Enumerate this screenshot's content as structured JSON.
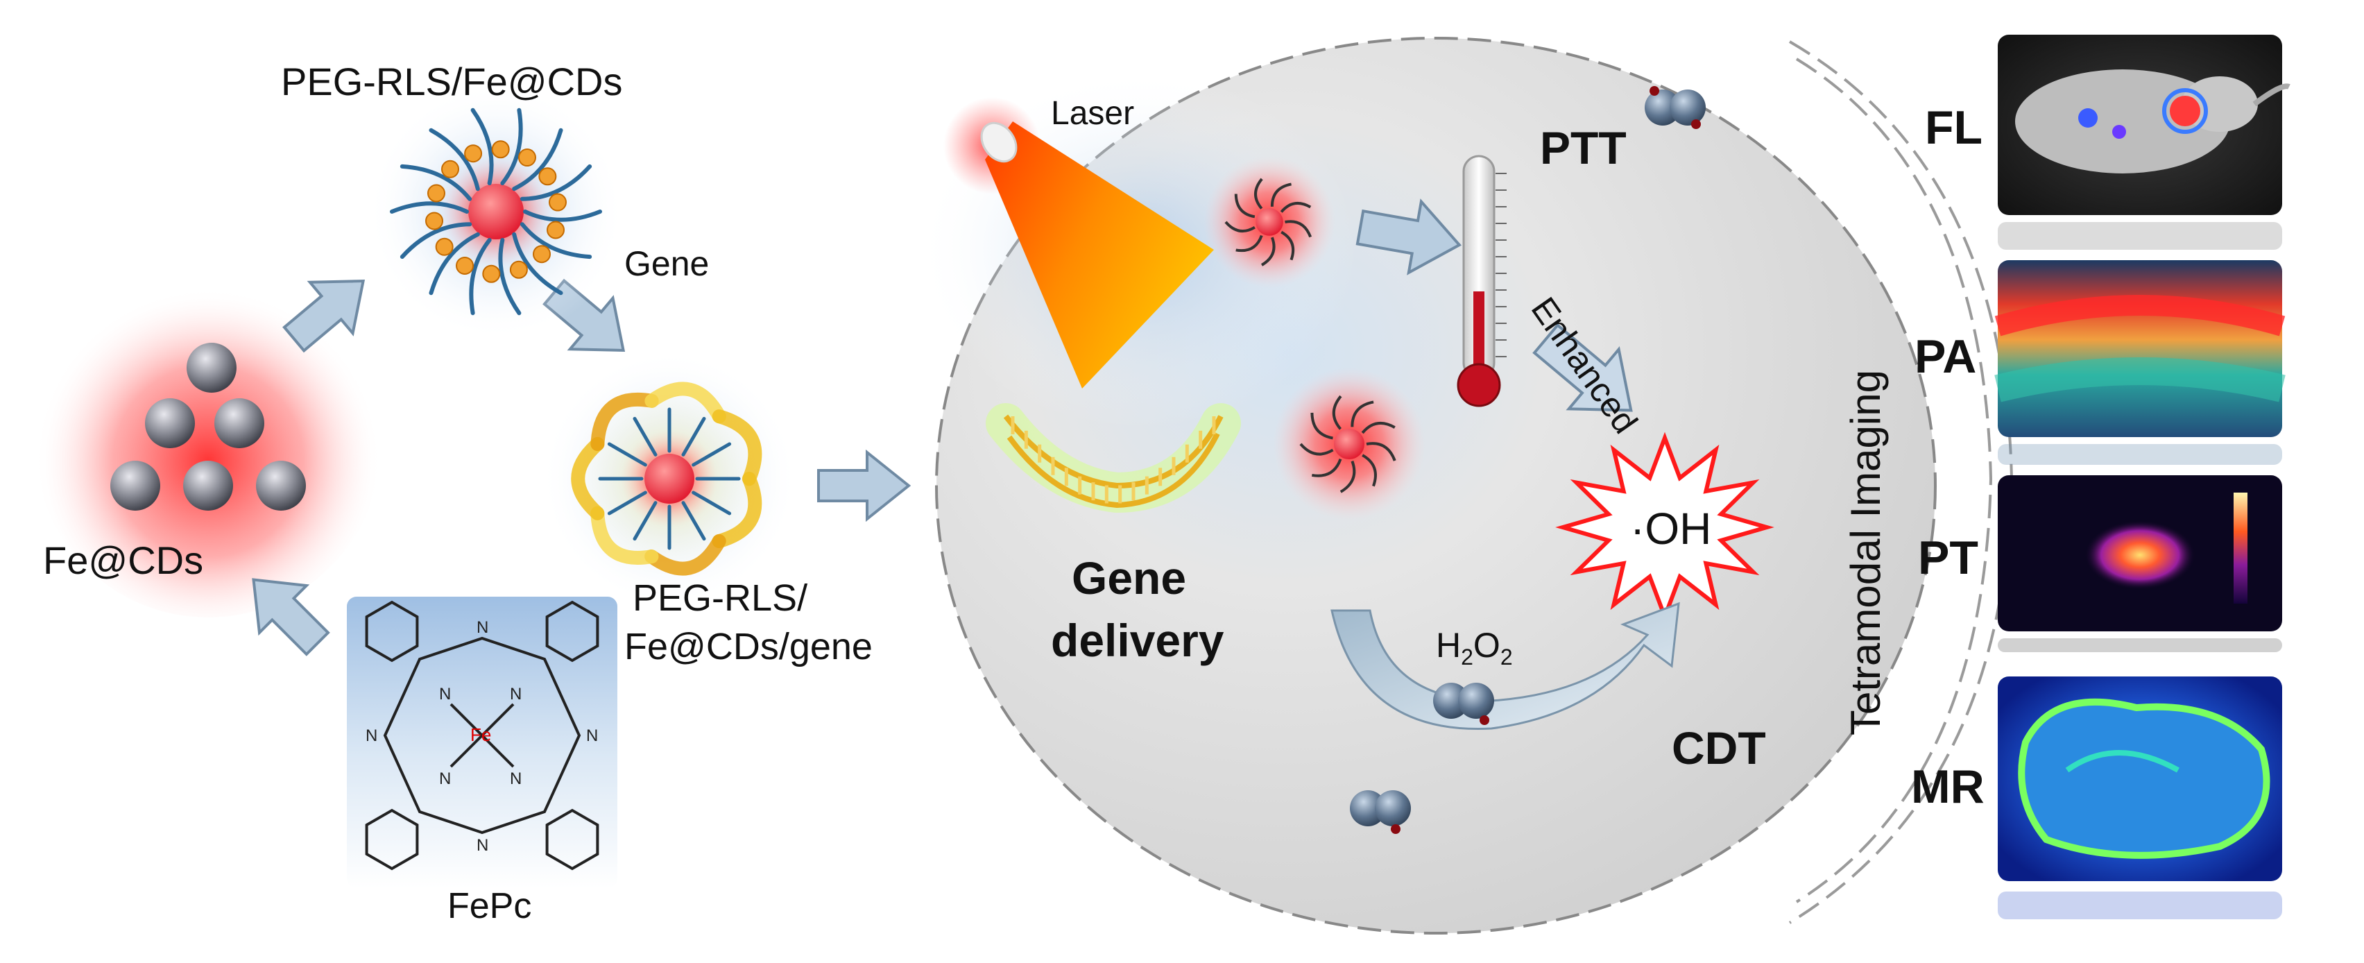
{
  "labels": {
    "peg_rls_fe_cds": "PEG-RLS/Fe@CDs",
    "gene": "Gene",
    "fe_cds": "Fe@CDs",
    "fepc": "FePc",
    "peg_rls_line1": "PEG-RLS/",
    "peg_rls_line2": "Fe@CDs/gene",
    "laser": "Laser",
    "ptt": "PTT",
    "enhanced": "Enhanced",
    "gene_delivery_line1": "Gene",
    "gene_delivery_line2": "delivery",
    "oh": "·OH",
    "h2o2_main": "H",
    "h2o2_sub1": "2",
    "h2o2_mid": "O",
    "h2o2_sub2": "2",
    "cdt": "CDT",
    "tetramodal": "Tetramodal Imaging",
    "fepc_fe": "Fe",
    "fepc_n": "N"
  },
  "modalities": [
    "FL",
    "PA",
    "PT",
    "MR"
  ],
  "colors": {
    "nanoparticle_core": "#ff5050",
    "arrow_fill": "#b8cde0",
    "arrow_stroke": "#6f8aa3",
    "cell": "#d9d9d9",
    "burst_stroke": "#ff1a1a",
    "laser_orange": "#ff8c00",
    "fe_text": "#e00000"
  }
}
